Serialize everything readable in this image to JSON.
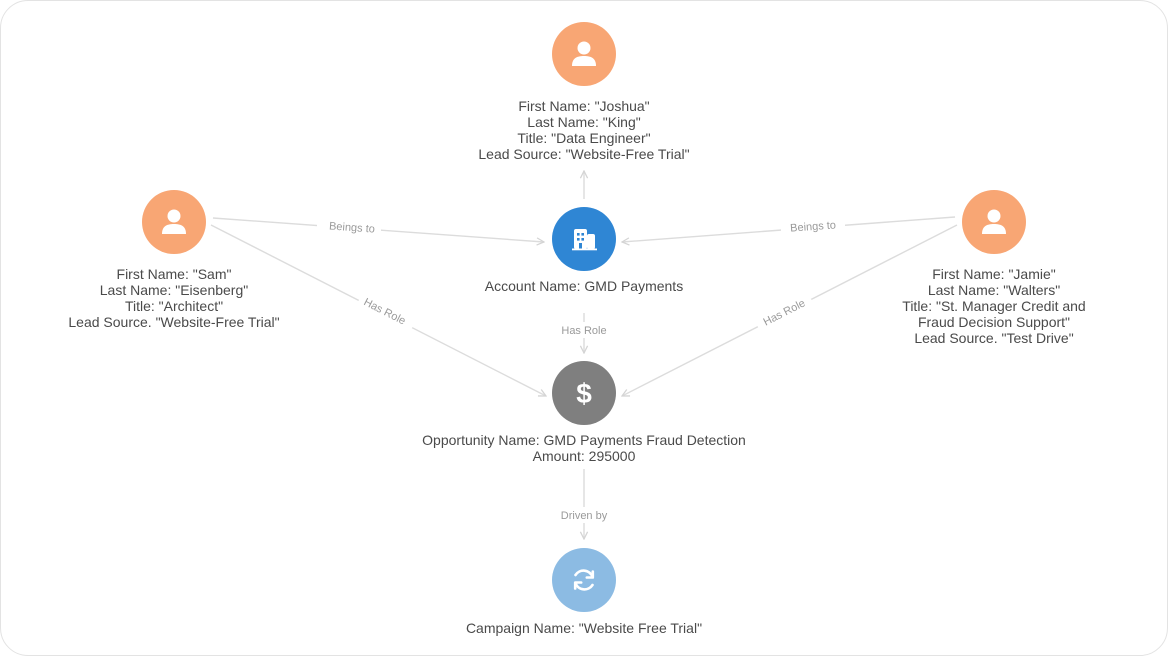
{
  "colors": {
    "contact": "#f8a674",
    "account": "#2f86d4",
    "opportunity": "#7f7f7f",
    "campaign": "#8cbbe3",
    "edge": "#d9d9d9"
  },
  "nodes": {
    "joshua": {
      "icon": "person-icon",
      "lines": [
        "First Name: \"Joshua\"",
        "Last Name: \"King\"",
        "Title: \"Data Engineer\"",
        "Lead Source: \"Website-Free Trial\""
      ]
    },
    "sam": {
      "icon": "person-icon",
      "lines": [
        "First Name: \"Sam\"",
        "Last Name: \"Eisenberg\"",
        "Title: \"Architect\"",
        "Lead Source. \"Website-Free Trial\""
      ]
    },
    "jamie": {
      "icon": "person-icon",
      "lines": [
        "First Name: \"Jamie\"",
        "Last Name: \"Walters\"",
        "Title: \"St. Manager Credit and",
        "Fraud Decision Support\"",
        "Lead Source. \"Test Drive\""
      ]
    },
    "account": {
      "icon": "building-icon",
      "lines": [
        "Account Name: GMD Payments"
      ]
    },
    "opportunity": {
      "icon": "dollar-icon",
      "lines": [
        "Opportunity Name: GMD Payments Fraud Detection",
        "Amount: 295000"
      ]
    },
    "campaign": {
      "icon": "refresh-icon",
      "lines": [
        "Campaign Name: \"Website Free Trial\""
      ]
    }
  },
  "edges": {
    "sam_account": "Beings to",
    "jamie_account": "Beings to",
    "account_opportunity": "Has Role",
    "sam_opportunity": "Has Role",
    "jamie_opportunity": "Has Role",
    "opportunity_campaign": "Driven by"
  }
}
